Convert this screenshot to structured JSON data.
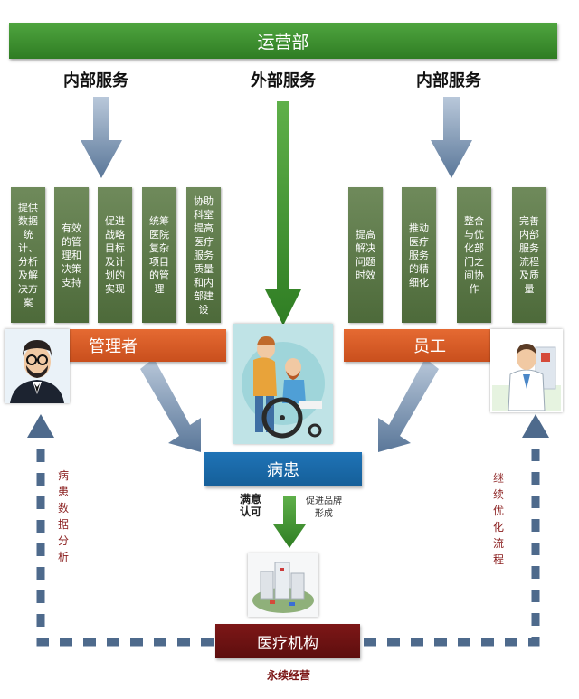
{
  "header": {
    "title": "运营部"
  },
  "services": {
    "left": "内部服务",
    "center": "外部服务",
    "right": "内部服务"
  },
  "left_columns": [
    "提供数据统计、分析及解决方案",
    "有效的管理和决策支持",
    "促进战略目标及计划的实现",
    "统筹医院复杂项目的管理",
    "协助科室提高医疗服务质量和内部建设"
  ],
  "right_columns": [
    "提高解决问题时效",
    "推动医疗服务的精细化",
    "整合与优化部门之间协作",
    "完善内部服务流程及质量"
  ],
  "roles": {
    "manager": "管理者",
    "staff": "员工",
    "patient": "病患",
    "institution": "医疗机构"
  },
  "notes": {
    "satisfied": "满意认可",
    "brand": "促进品牌形成",
    "sustainable": "永续经营",
    "left_loop": "病患数据分析",
    "right_loop": "继续优化流程"
  },
  "colors": {
    "green": "#3a8f2d",
    "orange": "#d85b25",
    "blue": "#1a6aaa",
    "maroon": "#6e1212",
    "arrow_blue": "#6f8cae"
  }
}
